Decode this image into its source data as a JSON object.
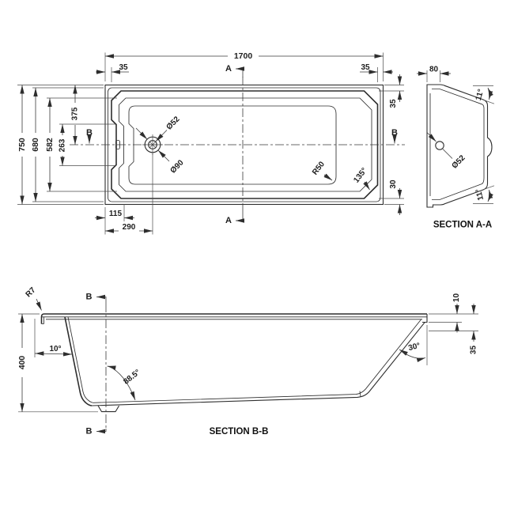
{
  "colors": {
    "line": "#2e2e2e",
    "background": "#ffffff"
  },
  "plan": {
    "dim_length": "1700",
    "dim_end_left": "35",
    "dim_end_right": "35",
    "dim_width": "750",
    "dim_width_inner": "680",
    "dim_width_opening": "582",
    "dim_step_span": "263",
    "dim_half_width": "375",
    "dim_rim_top": "35",
    "dim_rim_bottom": "30",
    "dim_drain_inset": "115",
    "dim_drain_center": "290",
    "label_corner_radius": "R50",
    "label_chamfer_angle": "135°",
    "label_waste_dia": "Ø52",
    "label_drain_dia": "Ø90",
    "mark_a_top": "A",
    "mark_a_bottom": "A",
    "mark_b_left": "B",
    "mark_b_right": "B"
  },
  "section_aa": {
    "title": "SECTION A-A",
    "dim_rim_width": "80",
    "dim_angle_top": "11°",
    "dim_angle_bottom": "11°",
    "label_waste_dia": "Ø52"
  },
  "section_bb": {
    "title": "SECTION B-B",
    "dim_height": "400",
    "label_rim_radius": "R7",
    "dim_head_angle": "10°",
    "dim_bottom_angle": "88.5°",
    "dim_foot_angle": "30°",
    "dim_rim_thickness": "10",
    "dim_rim_drop": "35",
    "mark_b_top": "B",
    "mark_b_bottom": "B"
  }
}
